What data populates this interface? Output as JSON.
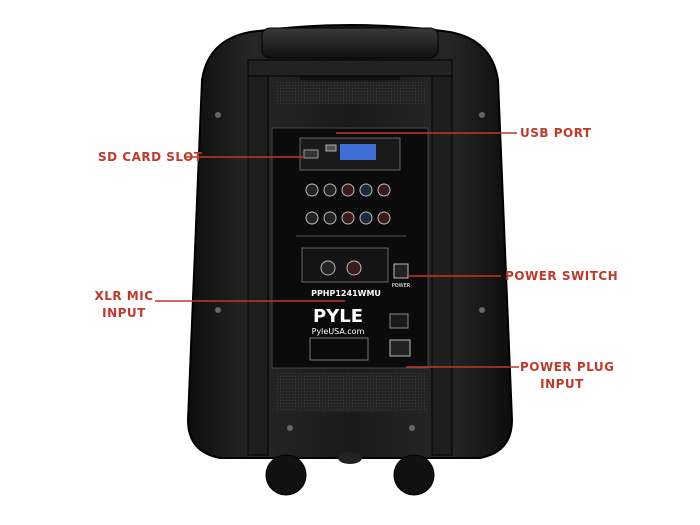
{
  "labels": {
    "sd_card_slot": "SD CARD SLOT",
    "usb_port": "USB PORT",
    "power_switch": "POWER SWITCH",
    "xlr_mic_input_line1": "XLR MIC",
    "xlr_mic_input_line2": "INPUT",
    "power_plug_input_line1": "POWER PLUG",
    "power_plug_input_line2": "INPUT"
  },
  "panel": {
    "brand": "PYLE",
    "website": "PyleUSA.com",
    "model": "PPHP1241WMU",
    "power_label": "POWER"
  },
  "colors": {
    "callout": "#c0392b",
    "speaker_body": "#151515",
    "panel": "#0b0b0b"
  }
}
